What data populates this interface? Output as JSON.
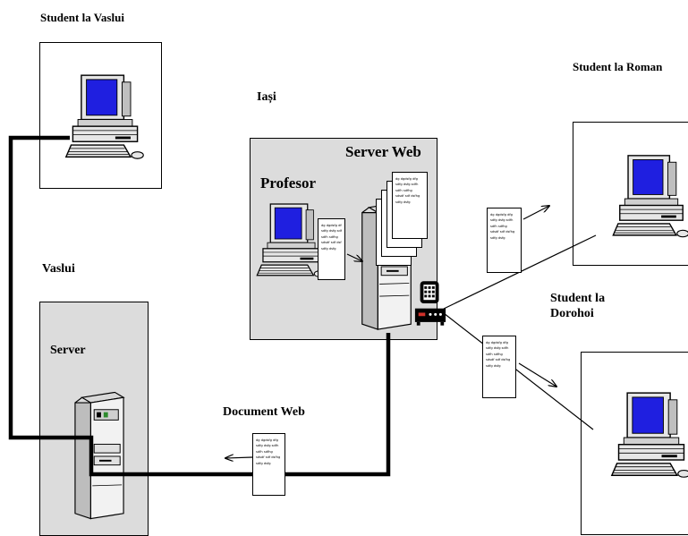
{
  "labels": {
    "student_vaslui": "Student la Vaslui",
    "iasi": "Iași",
    "student_roman": "Student la Roman",
    "server_web": "Server Web",
    "profesor": "Profesor",
    "vaslui": "Vaslui",
    "student_dorohoi_line1": "Student la",
    "student_dorohoi_line2": "Dorohoi",
    "server": "Server",
    "document_web": "Document Web"
  },
  "document_lines": [
    "dg dgdsfg dfg",
    "sdfg dsfg sdfh",
    "sdfh sdfhg",
    "sdsdf sdf dsfhg",
    "sdfg dsfg"
  ],
  "colors": {
    "screen": "#1f1fe0",
    "panel_grey": "#dcdcdc",
    "computer_body": "#e6e6e6"
  }
}
